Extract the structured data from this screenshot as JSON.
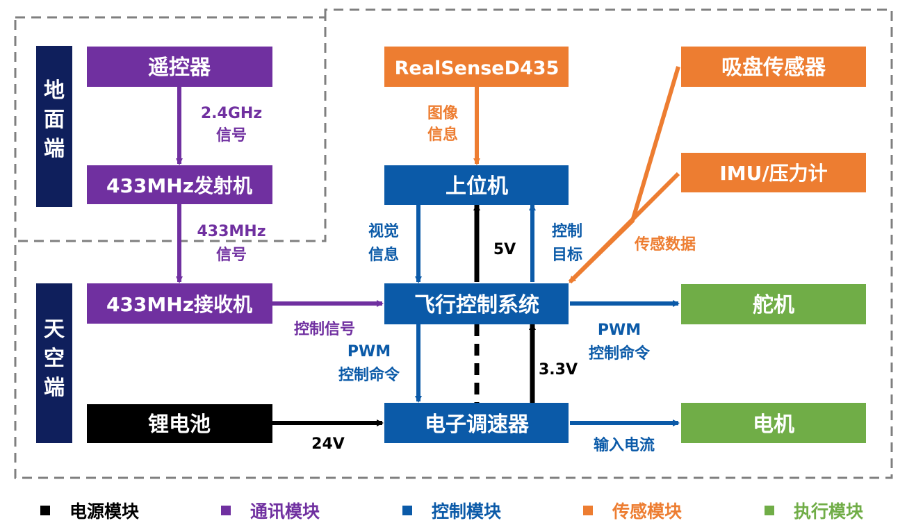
{
  "colors": {
    "purple": "#7030A0",
    "orange": "#ED7D31",
    "blue": "#0B5AA8",
    "navy": "#0F1F5C",
    "green": "#70AD47",
    "black": "#000000",
    "dash": "#7F7F7F"
  },
  "regions": {
    "ground": "地面端",
    "sky": "天空端"
  },
  "boxes": {
    "remote": "遥控器",
    "transmitter": "433MHz发射机",
    "receiver": "433MHz接收机",
    "battery": "锂电池",
    "realsense": "RealSenseD435",
    "upper": "上位机",
    "fc": "飞行控制系统",
    "esc": "电子调速器",
    "suction": "吸盘传感器",
    "imu": "IMU/压力计",
    "servo": "舵机",
    "motor": "电机"
  },
  "labels": {
    "signal_24g_1": "2.4GHz",
    "signal_24g_2": "信号",
    "signal_433_1": "433MHz",
    "signal_433_2": "信号",
    "control_signal": "控制信号",
    "image_1": "图像",
    "image_2": "信息",
    "vision_1": "视觉",
    "vision_2": "信息",
    "v5": "5V",
    "target_1": "控制",
    "target_2": "目标",
    "sensor_data": "传感数据",
    "pwm_left_1": "PWM",
    "pwm_left_2": "控制命令",
    "v33": "3.3V",
    "pwm_right_1": "PWM",
    "pwm_right_2": "控制命令",
    "v24": "24V",
    "current": "输入电流"
  },
  "legend": [
    {
      "label": "电源模块",
      "color": "#000000"
    },
    {
      "label": "通讯模块",
      "color": "#7030A0"
    },
    {
      "label": "控制模块",
      "color": "#0B5AA8"
    },
    {
      "label": "传感模块",
      "color": "#ED7D31"
    },
    {
      "label": "执行模块",
      "color": "#70AD47"
    }
  ]
}
